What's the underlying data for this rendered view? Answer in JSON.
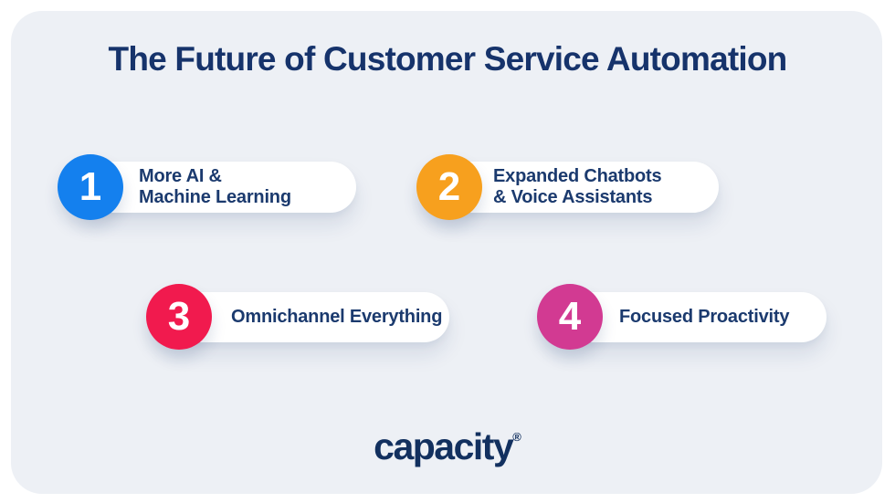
{
  "title": "The Future of Customer Service Automation",
  "panel": {
    "background_color": "#EDF0F5",
    "outer_background_color": "#FFFFFF"
  },
  "colors": {
    "title_text": "#16336B",
    "label_text": "#1B3A6E",
    "logo_text": "#12305F",
    "pill_background": "#FFFFFF",
    "number_text": "#FFFFFF"
  },
  "steps": [
    {
      "number": "1",
      "color": "#1480EE",
      "label_line1": "More AI &",
      "label_line2": "Machine Learning"
    },
    {
      "number": "2",
      "color": "#F7A01E",
      "label_line1": "Expanded Chatbots",
      "label_line2": "& Voice Assistants"
    },
    {
      "number": "3",
      "color": "#F11A4E",
      "label_line1": "Omnichannel Everything",
      "label_line2": ""
    },
    {
      "number": "4",
      "color": "#D23A92",
      "label_line1": "Focused Proactivity",
      "label_line2": ""
    }
  ],
  "logo": {
    "text": "capacity",
    "registered_mark": "®"
  }
}
